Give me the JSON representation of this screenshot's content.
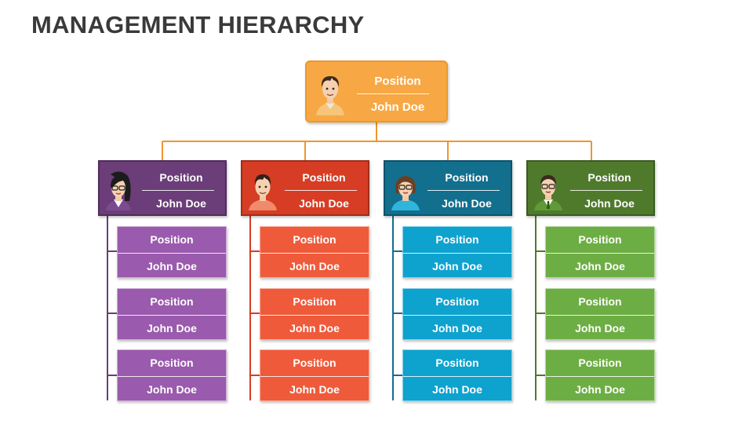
{
  "title": "MANAGEMENT HIERARCHY",
  "top": {
    "position": "Position",
    "name": "John Doe",
    "color": "#f7a844",
    "avatar": "man-orange-shirt-avatar-icon"
  },
  "columns": [
    {
      "manager": {
        "position": "Position",
        "name": "John Doe",
        "avatar": "woman-glasses-avatar-icon"
      },
      "color": "#6b3d79",
      "sub_color": "#9a5aad",
      "line_color": "#6b3d79",
      "subordinates": [
        {
          "position": "Position",
          "name": "John Doe"
        },
        {
          "position": "Position",
          "name": "John Doe"
        },
        {
          "position": "Position",
          "name": "John Doe"
        }
      ]
    },
    {
      "manager": {
        "position": "Position",
        "name": "John Doe",
        "avatar": "man-red-shirt-avatar-icon"
      },
      "color": "#d63d24",
      "sub_color": "#ef5a3b",
      "line_color": "#d63d24",
      "subordinates": [
        {
          "position": "Position",
          "name": "John Doe"
        },
        {
          "position": "Position",
          "name": "John Doe"
        },
        {
          "position": "Position",
          "name": "John Doe"
        }
      ]
    },
    {
      "manager": {
        "position": "Position",
        "name": "John Doe",
        "avatar": "woman-blue-shirt-avatar-icon"
      },
      "color": "#136f8e",
      "sub_color": "#0ea2cf",
      "line_color": "#136f8e",
      "subordinates": [
        {
          "position": "Position",
          "name": "John Doe"
        },
        {
          "position": "Position",
          "name": "John Doe"
        },
        {
          "position": "Position",
          "name": "John Doe"
        }
      ]
    },
    {
      "manager": {
        "position": "Position",
        "name": "John Doe",
        "avatar": "man-green-suit-avatar-icon"
      },
      "color": "#4f7a2c",
      "sub_color": "#6dae44",
      "line_color": "#4f7a2c",
      "subordinates": [
        {
          "position": "Position",
          "name": "John Doe"
        },
        {
          "position": "Position",
          "name": "John Doe"
        },
        {
          "position": "Position",
          "name": "John Doe"
        }
      ]
    }
  ],
  "connector_color": "#f0952d"
}
